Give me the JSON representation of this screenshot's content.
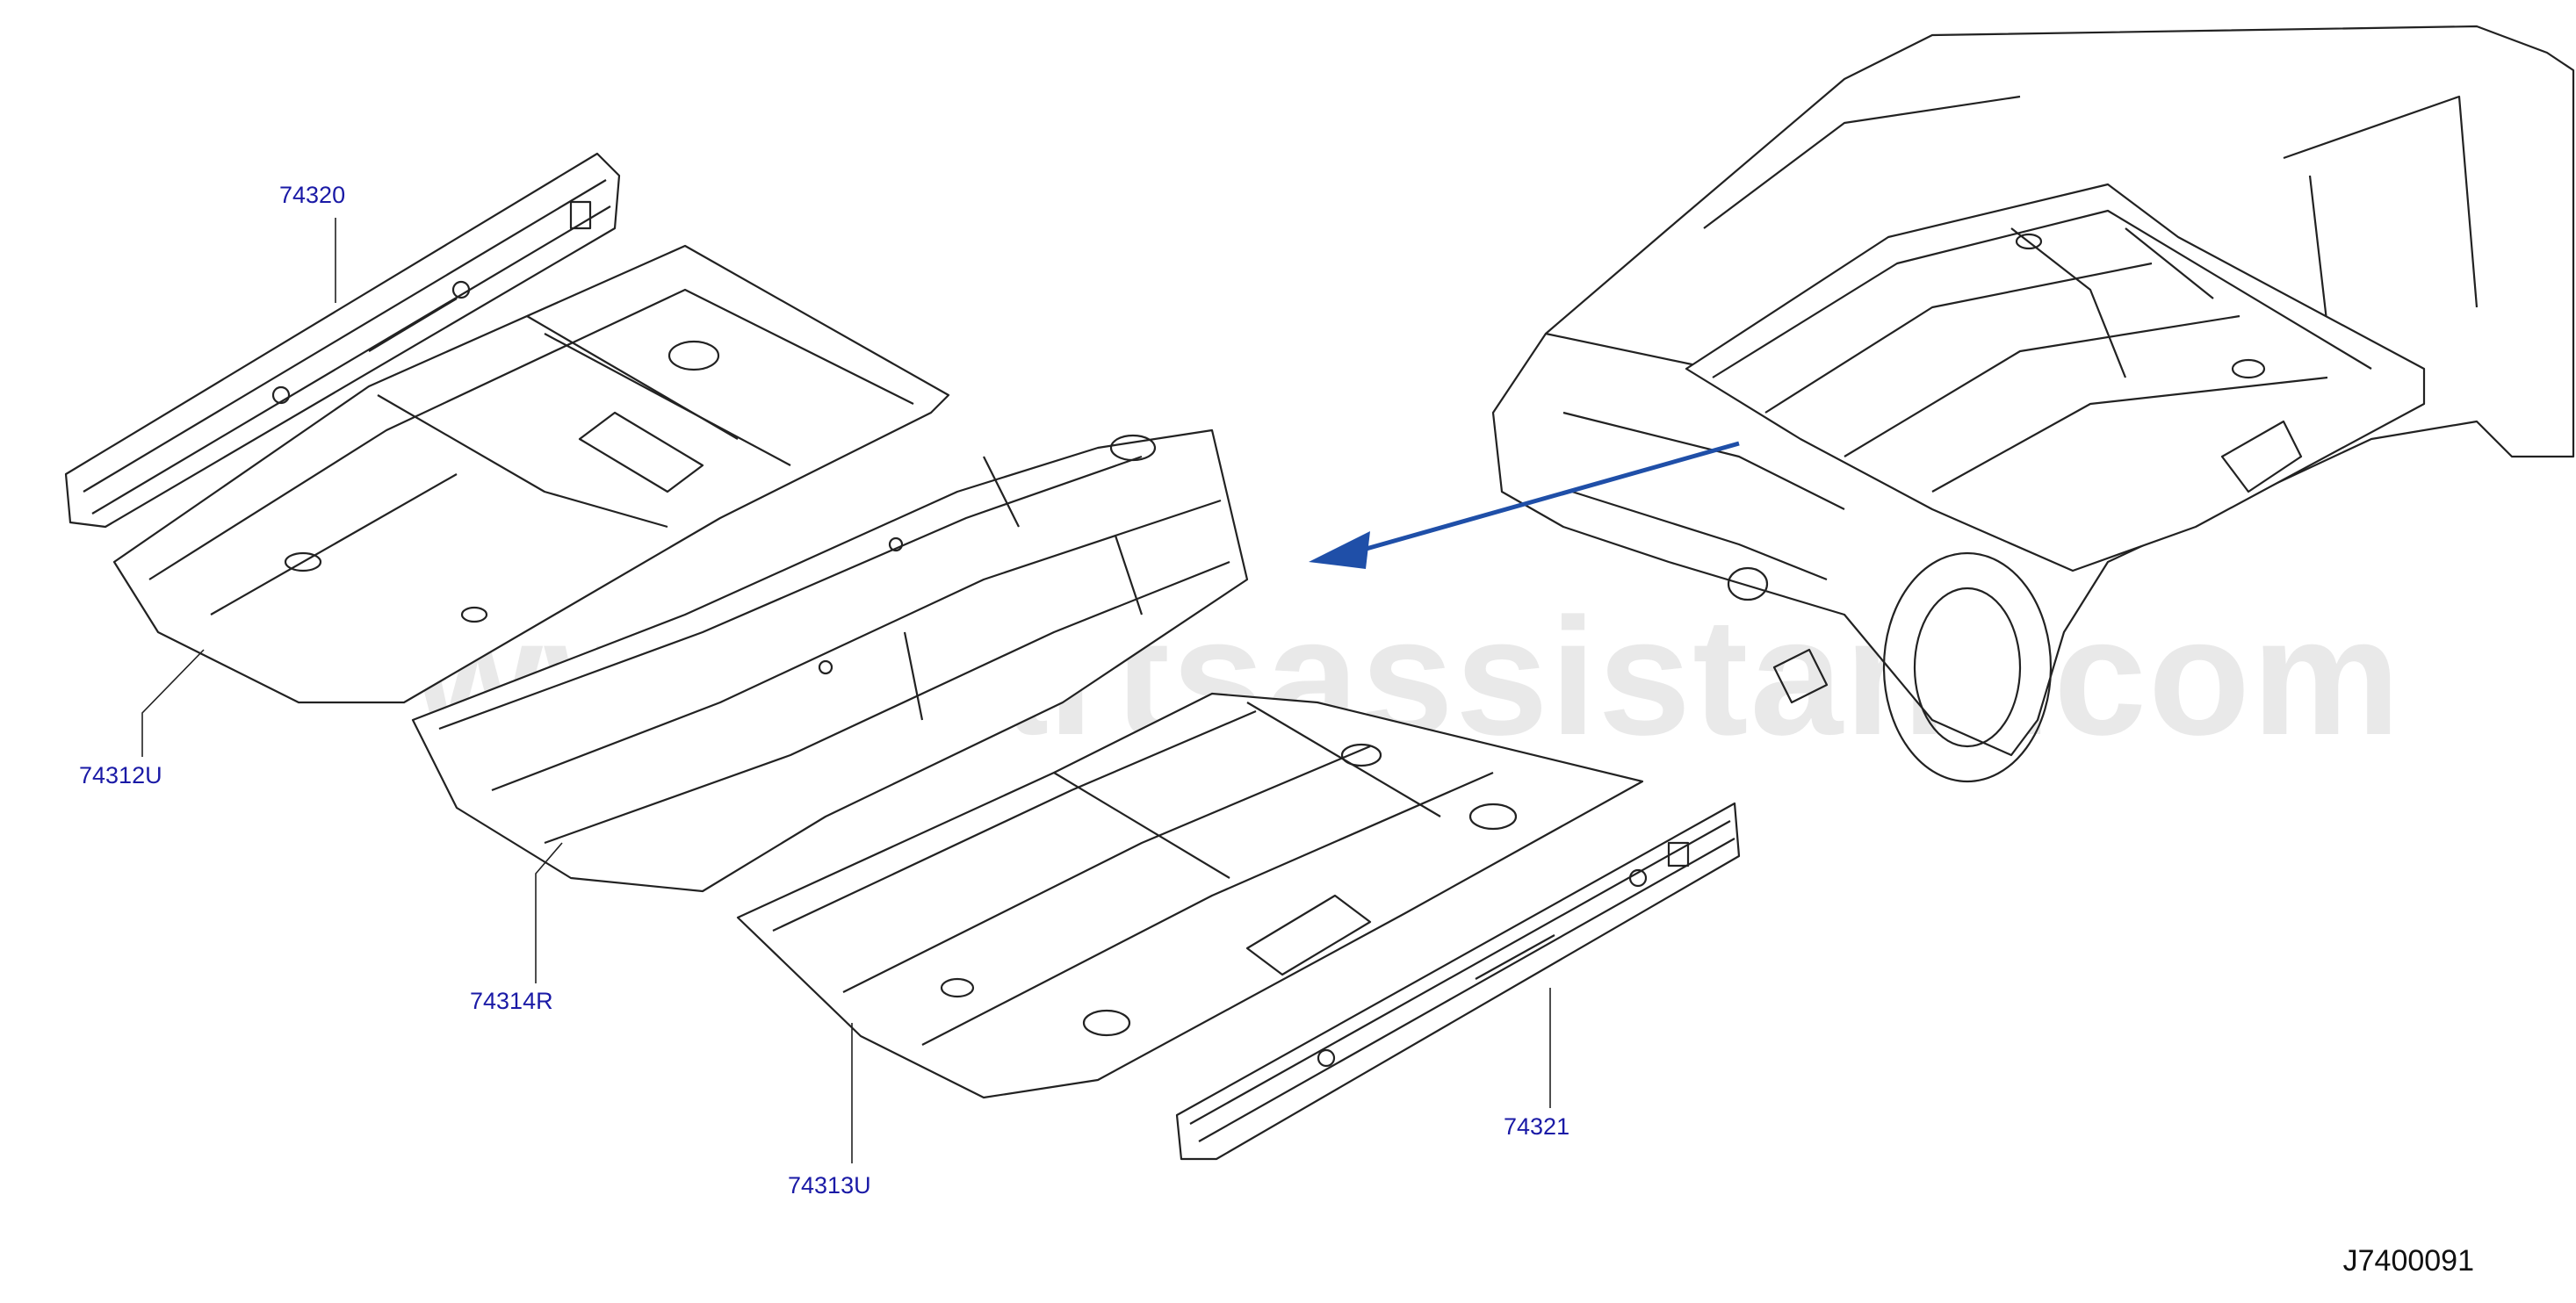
{
  "watermark": "www.partsassistant.com",
  "diagram_code": "J7400091",
  "colors": {
    "label": "#1a1aa6",
    "arrow": "#1f4fa8",
    "line": "#222222"
  },
  "parts": [
    {
      "id": "74320",
      "label": "74320"
    },
    {
      "id": "74312U",
      "label": "74312U"
    },
    {
      "id": "74314R",
      "label": "74314R"
    },
    {
      "id": "74313U",
      "label": "74313U"
    },
    {
      "id": "74321",
      "label": "74321"
    }
  ]
}
